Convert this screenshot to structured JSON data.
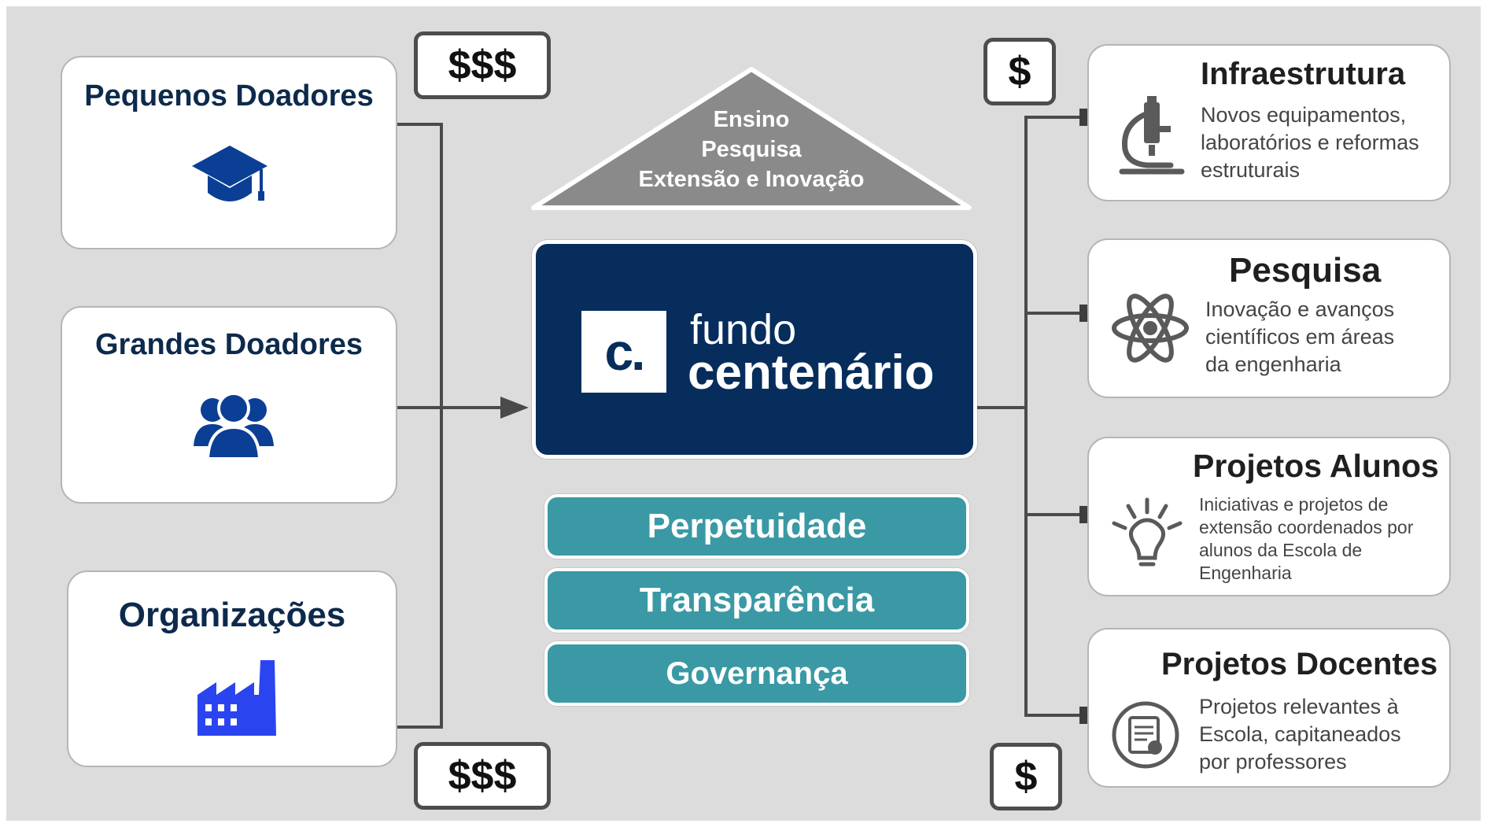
{
  "colors": {
    "navy": "#062d5c",
    "teal": "#3a99a4",
    "icon_blue": "#0b3f96",
    "factory_blue": "#2a45f0",
    "roof_gray": "#8a8a8a",
    "background": "#dcdcdc"
  },
  "donors": [
    {
      "title": "Pequenos Doadores",
      "icon": "graduation-cap-icon"
    },
    {
      "title": "Grandes Doadores",
      "icon": "group-icon"
    },
    {
      "title": "Organizações",
      "icon": "factory-icon"
    }
  ],
  "money_labels": {
    "in_top": "$$$",
    "in_bottom": "$$$",
    "out_top": "$",
    "out_bottom": "$"
  },
  "roof": {
    "lines": [
      "Ensino",
      "Pesquisa",
      "Extensão e Inovação"
    ]
  },
  "fund": {
    "logo_letter": "c.",
    "line1": "fundo",
    "line2": "centenário"
  },
  "pillars": [
    "Perpetuidade",
    "Transparência",
    "Governança"
  ],
  "destinations": [
    {
      "title": "Infraestrutura",
      "icon": "microscope-icon",
      "lines": [
        "Novos equipamentos,",
        "laboratórios e reformas",
        "estruturais"
      ]
    },
    {
      "title": "Pesquisa",
      "icon": "atom-icon",
      "lines": [
        "Inovação e avanços",
        "científicos em áreas",
        "da engenharia"
      ]
    },
    {
      "title": "Projetos Alunos",
      "icon": "lightbulb-icon",
      "lines": [
        "Iniciativas e projetos de",
        "extensão coordenados por",
        "alunos da Escola de",
        "Engenharia"
      ]
    },
    {
      "title": "Projetos Docentes",
      "icon": "certificate-icon",
      "lines": [
        "Projetos relevantes à",
        "Escola, capitaneados",
        "por professores"
      ]
    }
  ]
}
